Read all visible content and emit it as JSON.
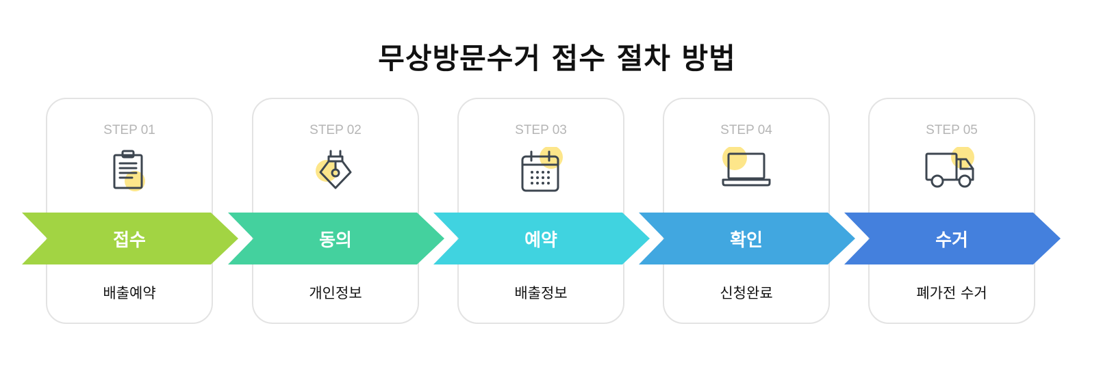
{
  "title": "무상방문수거 접수 절차 방법",
  "steps": [
    {
      "step": "STEP 01",
      "label": "접수",
      "desc": "배출예약",
      "color": "#a2d443",
      "icon": "clipboard-icon"
    },
    {
      "step": "STEP 02",
      "label": "동의",
      "desc": "개인정보",
      "color": "#44d19e",
      "icon": "pen-nib-icon"
    },
    {
      "step": "STEP 03",
      "label": "예약",
      "desc": "배출정보",
      "color": "#40d3e0",
      "icon": "calendar-icon"
    },
    {
      "step": "STEP 04",
      "label": "확인",
      "desc": "신청완료",
      "color": "#41a7e0",
      "icon": "laptop-icon"
    },
    {
      "step": "STEP 05",
      "label": "수거",
      "desc": "폐가전 수거",
      "color": "#4480dd",
      "icon": "truck-icon"
    }
  ]
}
